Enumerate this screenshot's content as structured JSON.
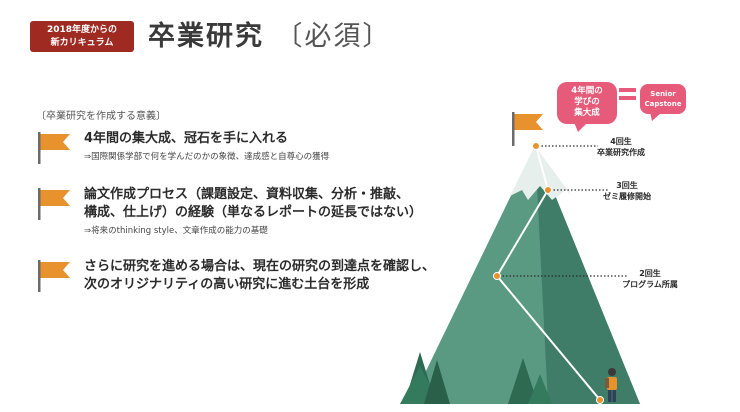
{
  "badge": {
    "line1": "2018年度からの",
    "line2": "新カリキュラム"
  },
  "title": {
    "main": "卒業研究",
    "required": "〔必須〕"
  },
  "section_label": "〔卒業研究を作成する意義〕",
  "points": [
    {
      "main": "4年間の集大成、冠石を手に入れる",
      "sub": "⇒国際関係学部で何を学んだのかの象徴、達成感と自尊心の獲得"
    },
    {
      "main1": "論文作成プロセス（課題設定、資料収集、分析・推敲、",
      "main2": "構成、仕上げ）の経験（単なるレポートの延長ではない）",
      "sub": "⇒将来のthinking style、文章作成の能力の基礎"
    },
    {
      "main1": "さらに研究を進める場合は、現在の研究の到達点を確認し、",
      "main2": "次のオリジナリティの高い研究に進む土台を形成"
    }
  ],
  "stages": [
    {
      "year": "4回生",
      "name": "卒業研究作成"
    },
    {
      "year": "3回生",
      "name": "ゼミ履修開始"
    },
    {
      "year": "2回生",
      "name": "プログラム所属"
    }
  ],
  "bubble_left": {
    "line1": "4年間の",
    "line2": "学びの",
    "line3": "集大成"
  },
  "bubble_right": {
    "line1": "Senior",
    "line2": "Capstone"
  },
  "colors": {
    "badge": "#9e2a22",
    "flag": "#e8922e",
    "mountain": "#4f8f79",
    "bubble": "#e65b7a",
    "path": "#e8922e"
  }
}
